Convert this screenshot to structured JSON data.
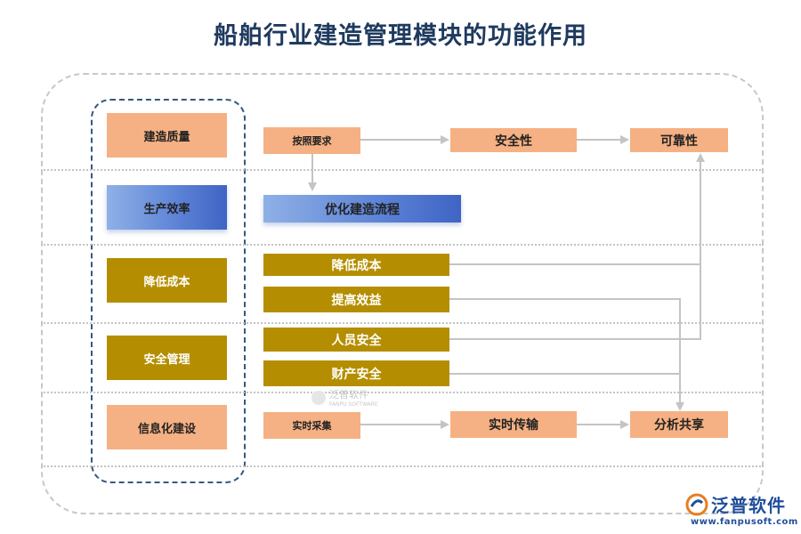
{
  "title": "船舶行业建造管理模块的功能作用",
  "categories": [
    "建造质量",
    "生产效率",
    "降低成本",
    "安全管理",
    "信息化建设"
  ],
  "nodes": {
    "anzhao": "按照要求",
    "anquanxing": "安全性",
    "kekaoxing": "可靠性",
    "youhua": "优化建造流程",
    "jiangdi": "降低成本",
    "tigao": "提高效益",
    "renyuan": "人员安全",
    "caichan": "财产安全",
    "shishicaiji": "实时采集",
    "shishichuanshu": "实时传输",
    "fenxi": "分析共享"
  },
  "watermark": {
    "cn": "泛普软件",
    "en": "FANPU SOFTWARE"
  },
  "logo": {
    "name": "泛普软件",
    "url": "www.fanpusoft.com"
  },
  "colors": {
    "orange": "#f5b183",
    "blue": "#5b82d6",
    "gold": "#b48e00",
    "arrow": "#c4c4c4"
  }
}
